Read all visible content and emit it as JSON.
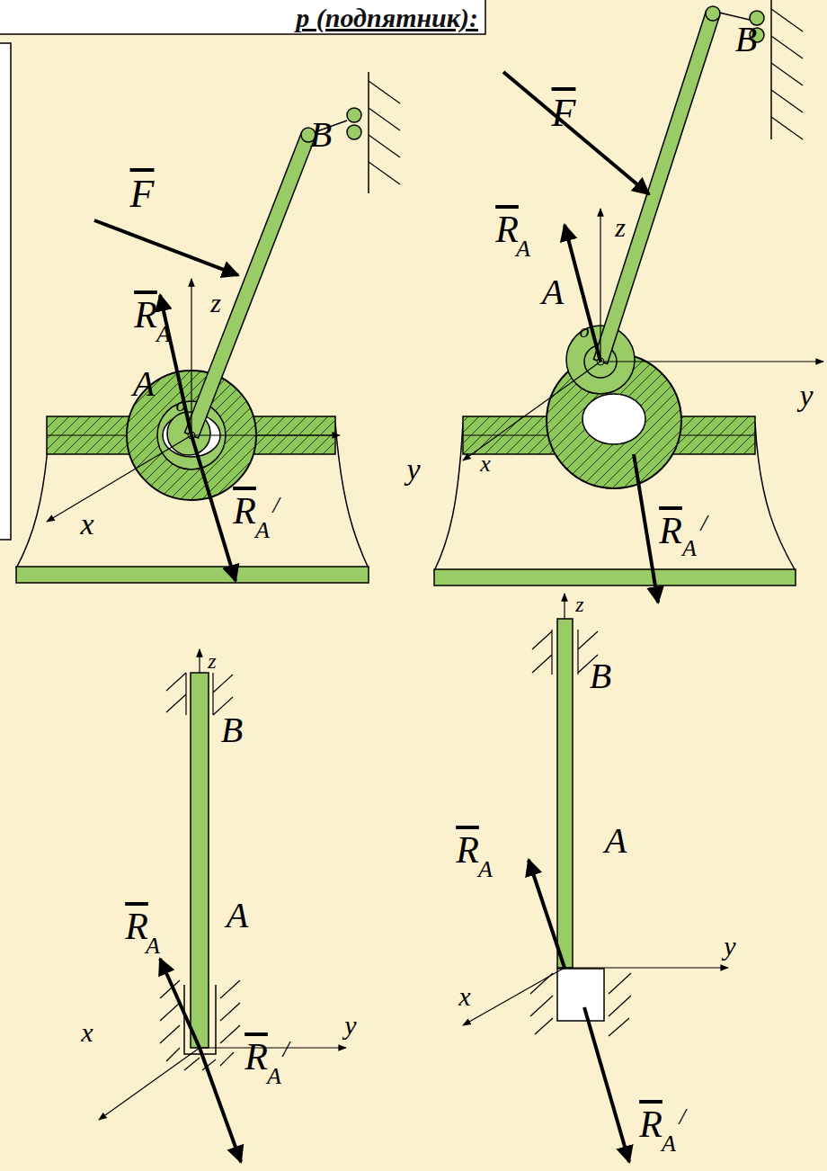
{
  "diagram": {
    "title": "р (подпятник):",
    "labels": [
      "B",
      "F",
      "R",
      "A",
      "z",
      "A",
      "o",
      "y",
      "x",
      "R",
      "A",
      "/",
      "B",
      "F",
      "R",
      "A",
      "z",
      "A",
      "o",
      "y",
      "x",
      "R",
      "A",
      "/",
      "z",
      "B",
      "R",
      "A",
      "A",
      "y",
      "x",
      "R",
      "A",
      "/",
      "z",
      "B",
      "R",
      "A",
      "A",
      "y",
      "x",
      "R",
      "A",
      "/"
    ]
  }
}
